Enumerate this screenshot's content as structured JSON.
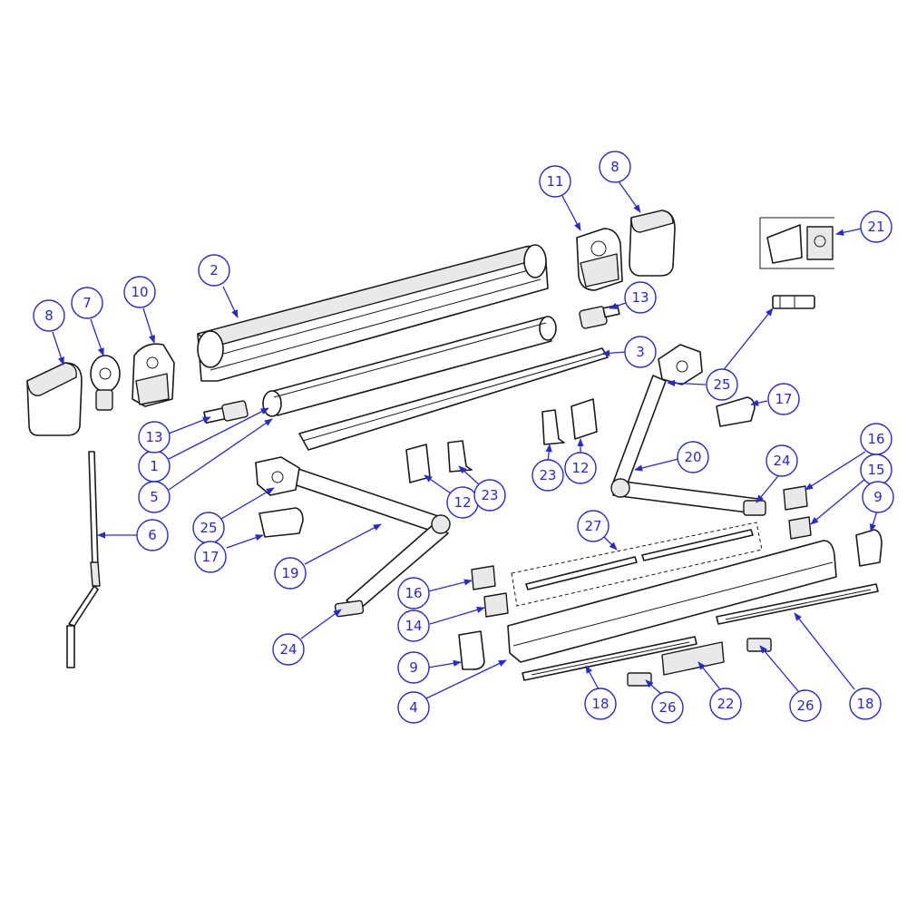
{
  "diagram": {
    "callouts": [
      {
        "id": "c-2",
        "label": "2"
      },
      {
        "id": "c-3",
        "label": "3"
      },
      {
        "id": "c-1",
        "label": "1"
      },
      {
        "id": "c-5",
        "label": "5"
      },
      {
        "id": "c-13a",
        "label": "13"
      },
      {
        "id": "c-13b",
        "label": "13"
      },
      {
        "id": "c-8a",
        "label": "8"
      },
      {
        "id": "c-8b",
        "label": "8"
      },
      {
        "id": "c-7",
        "label": "7"
      },
      {
        "id": "c-10",
        "label": "10"
      },
      {
        "id": "c-11",
        "label": "11"
      },
      {
        "id": "c-21",
        "label": "21"
      },
      {
        "id": "c-6",
        "label": "6"
      },
      {
        "id": "c-25a",
        "label": "25"
      },
      {
        "id": "c-25b",
        "label": "25"
      },
      {
        "id": "c-17a",
        "label": "17"
      },
      {
        "id": "c-17b",
        "label": "17"
      },
      {
        "id": "c-19",
        "label": "19"
      },
      {
        "id": "c-20",
        "label": "20"
      },
      {
        "id": "c-24a",
        "label": "24"
      },
      {
        "id": "c-24b",
        "label": "24"
      },
      {
        "id": "c-12a",
        "label": "12"
      },
      {
        "id": "c-12b",
        "label": "12"
      },
      {
        "id": "c-23a",
        "label": "23"
      },
      {
        "id": "c-23b",
        "label": "23"
      },
      {
        "id": "c-27",
        "label": "27"
      },
      {
        "id": "c-16a",
        "label": "16"
      },
      {
        "id": "c-16b",
        "label": "16"
      },
      {
        "id": "c-15",
        "label": "15"
      },
      {
        "id": "c-14",
        "label": "14"
      },
      {
        "id": "c-9a",
        "label": "9"
      },
      {
        "id": "c-9b",
        "label": "9"
      },
      {
        "id": "c-4",
        "label": "4"
      },
      {
        "id": "c-18a",
        "label": "18"
      },
      {
        "id": "c-18b",
        "label": "18"
      },
      {
        "id": "c-26a",
        "label": "26"
      },
      {
        "id": "c-26b",
        "label": "26"
      },
      {
        "id": "c-22",
        "label": "22"
      }
    ]
  },
  "colors": {
    "callout": "#2a2acc",
    "line": "#1a1a1a"
  }
}
